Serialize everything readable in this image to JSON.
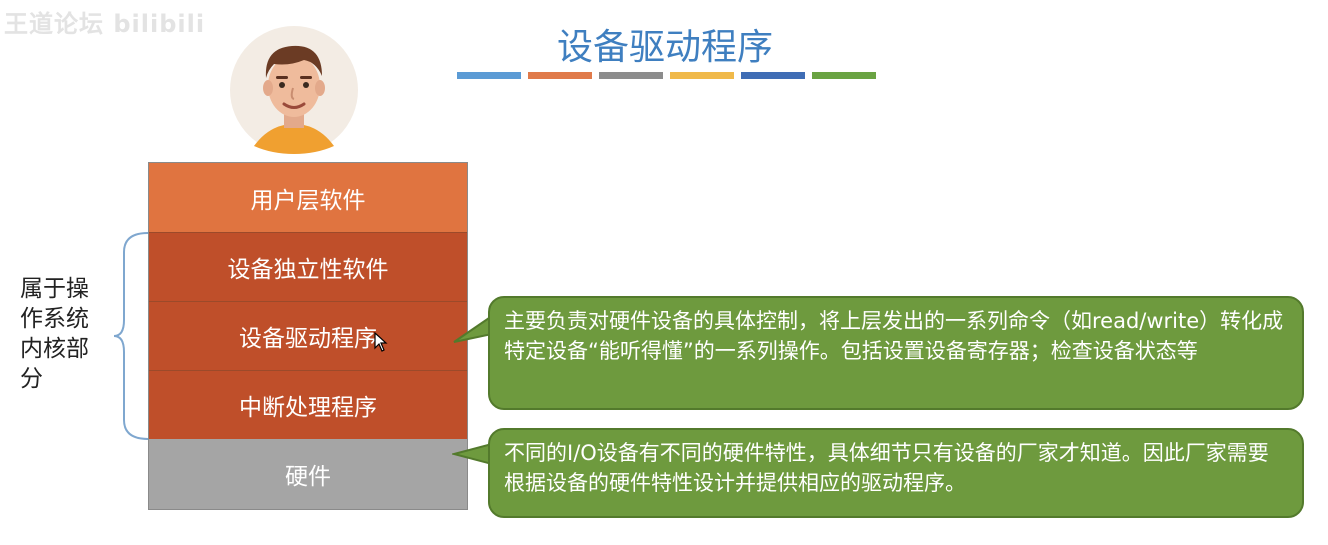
{
  "watermark": "王道论坛 bilibili",
  "title": "设备驱动程序",
  "stripe_colors": [
    "#5b9bd5",
    "#e07a4a",
    "#8c8c8c",
    "#f0b94a",
    "#3f6db5",
    "#6aa342"
  ],
  "side_label": "属于操作系统内核部分",
  "layers": [
    {
      "label": "用户层软件",
      "color": "#e07440"
    },
    {
      "label": "设备独立性软件",
      "color": "#bf4f2a"
    },
    {
      "label": "设备驱动程序",
      "color": "#bf4f2a"
    },
    {
      "label": "中断处理程序",
      "color": "#bf4f2a"
    },
    {
      "label": "硬件",
      "color": "#a5a5a5"
    }
  ],
  "callouts": {
    "driver": "主要负责对硬件设备的具体控制，将上层发出的一系列命令（如read/write）转化成特定设备“能听得懂”的一系列操作。包括设置设备寄存器；检查设备状态等",
    "hardware": "不同的I/O设备有不同的硬件特性，具体细节只有设备的厂家才知道。因此厂家需要根据设备的硬件特性设计并提供相应的驱动程序。"
  },
  "callout_color": "#6e9a3e"
}
